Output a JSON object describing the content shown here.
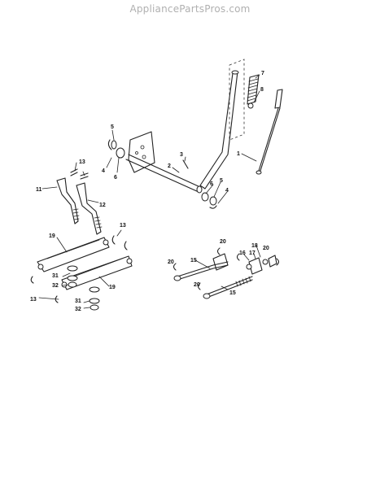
{
  "watermark": "AppliancePartsPros.com",
  "callouts": [
    "1",
    "2",
    "3",
    "4",
    "4",
    "5",
    "5",
    "6",
    "6",
    "7",
    "8",
    "11",
    "12",
    "13",
    "13",
    "13",
    "15",
    "15",
    "16",
    "17",
    "18",
    "19",
    "19",
    "20",
    "20",
    "20",
    "20",
    "31",
    "31",
    "32",
    "32"
  ]
}
